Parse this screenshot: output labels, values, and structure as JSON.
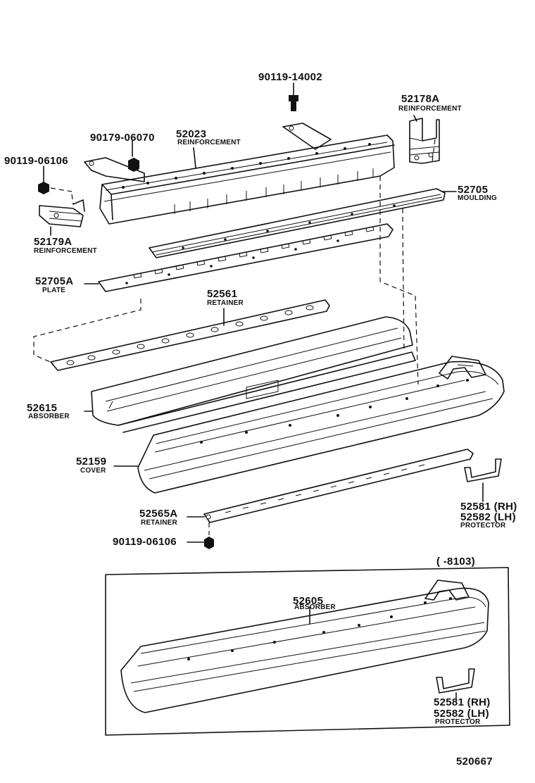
{
  "diagram_id": "520667",
  "production_note": "(     -8103)",
  "parts": {
    "bolt_top": {
      "number": "90119-14002"
    },
    "clip_9017906070": {
      "number": "90179-06070"
    },
    "reinforcement_main": {
      "number": "52023",
      "name": "REINFORCEMENT"
    },
    "reinforcement_rh": {
      "number": "52178A",
      "name": "REINFORCEMENT"
    },
    "bolt_left": {
      "number": "90119-06106"
    },
    "reinforcement_lh": {
      "number": "52179A",
      "name": "REINFORCEMENT"
    },
    "moulding": {
      "number": "52705",
      "name": "MOULDING"
    },
    "plate": {
      "number": "52705A",
      "name": "PLATE"
    },
    "retainer_upper": {
      "number": "52561",
      "name": "RETAINER"
    },
    "absorber_main": {
      "number": "52615",
      "name": "ABSORBER"
    },
    "cover": {
      "number": "52159",
      "name": "COVER"
    },
    "retainer_lower": {
      "number": "52565A",
      "name": "RETAINER"
    },
    "bolt_bottom": {
      "number": "90119-06106"
    },
    "protector_upper": {
      "rh": "52581 (RH)",
      "lh": "52582 (LH)",
      "name": "PROTECTOR"
    },
    "absorber_inset": {
      "number": "52605",
      "name": "ABSORBER"
    },
    "protector_inset": {
      "rh": "52581 (RH)",
      "lh": "52582 (LH)",
      "name": "PROTECTOR"
    }
  }
}
